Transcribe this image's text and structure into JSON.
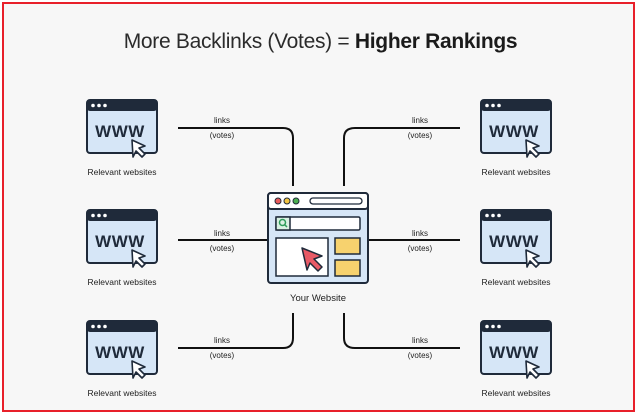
{
  "title": {
    "prefix": "More Backlinks (Votes) = ",
    "emphasis": "Higher Rankings"
  },
  "nodes": {
    "site_label": "Relevant websites",
    "site_icon_text": "WWW",
    "center_label": "Your Website"
  },
  "links": {
    "line1": "links",
    "line2": "(votes)"
  },
  "colors": {
    "border": "#e8202a",
    "background": "#f7f7f7",
    "browser_fill": "#d6e6f7",
    "browser_header": "#ffffff",
    "outline": "#1f2a3a",
    "cursor": "#e85a66",
    "panel_accent": "#f7d26e",
    "search_icon": "#2f9d5b",
    "dot_red": "#e85a5a",
    "dot_yellow": "#f4c542",
    "dot_green": "#4caf50"
  }
}
